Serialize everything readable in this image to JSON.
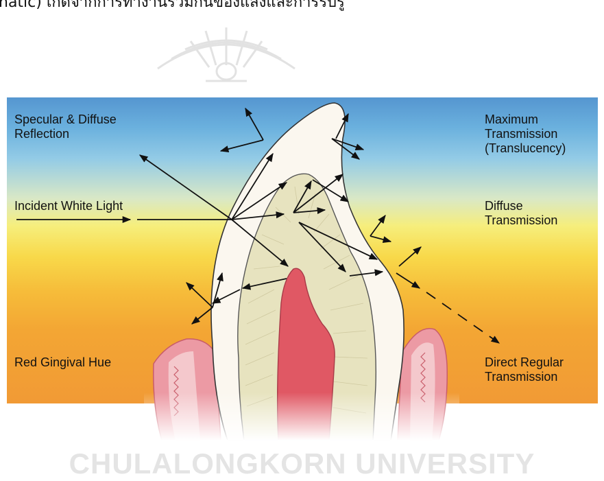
{
  "header": {
    "text": "natic) เกิดจากการทำงานร่วมกันของแสงและการรับรู้"
  },
  "figure": {
    "labels": {
      "specular": [
        "Specular & Diffuse",
        "Reflection"
      ],
      "incident": "Incident White Light",
      "red_gingival": "Red Gingival Hue",
      "maximum": [
        "Maximum",
        "Transmission",
        "(Translucency)"
      ],
      "diffuse": [
        "Diffuse",
        "Transmission"
      ],
      "direct": [
        "Direct Regular",
        "Transmission"
      ]
    },
    "colors": {
      "gradient_top": "#5596d0",
      "gradient_middle": "#f6ee7c",
      "gradient_bottom": "#f19a35",
      "enamel": "#fbf7ef",
      "dentin": "#e7e3bf",
      "pulp": "#e05864",
      "gingiva": "#ec9aa4"
    }
  },
  "watermark": {
    "text": "CHULALONGKORN UNIVERSITY"
  }
}
